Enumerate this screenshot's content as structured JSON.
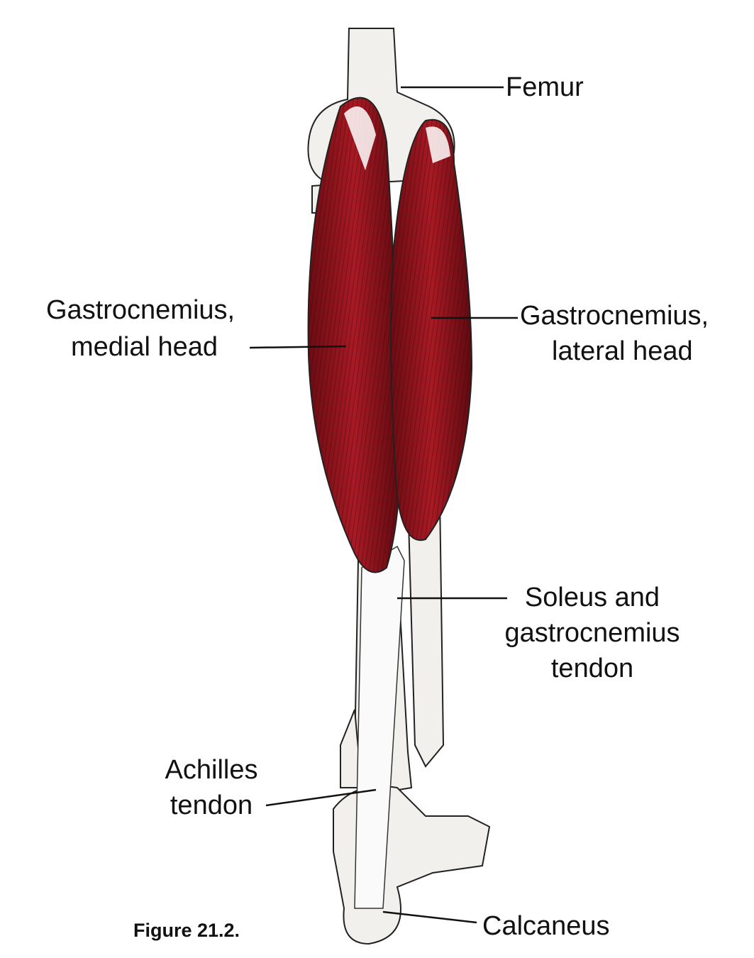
{
  "figure_caption": "Figure 21.2.",
  "labels": {
    "femur": "Femur",
    "gastroc_medial_1": "Gastrocnemius,",
    "gastroc_medial_2": "medial head",
    "gastroc_lateral_1": "Gastrocnemius,",
    "gastroc_lateral_2": "lateral head",
    "soleus_1": "Soleus and",
    "soleus_2": "gastrocnemius",
    "soleus_3": "tendon",
    "achilles_1": "Achilles",
    "achilles_2": "tendon",
    "calcaneus": "Calcaneus"
  },
  "colors": {
    "muscle": "#9b1620",
    "muscle_dark": "#5e0a10",
    "bone": "#f2f0ec",
    "ink": "#111111"
  }
}
